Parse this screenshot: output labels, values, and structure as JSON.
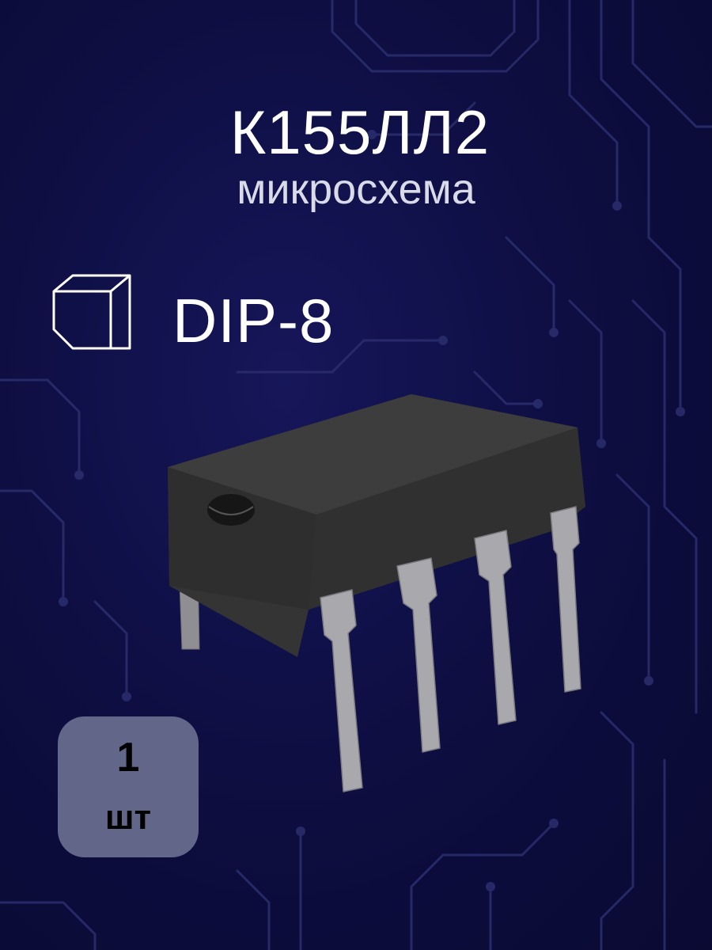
{
  "product": {
    "name": "К155ЛЛ2",
    "type": "микросхема"
  },
  "package": {
    "label": "DIP-8",
    "icon": "cube-outline-icon"
  },
  "quantity": {
    "number": "1",
    "unit": "шт"
  },
  "colors": {
    "background": "#0d0d3f",
    "circuit": "#2c2f6e",
    "badge": "#626688",
    "chip_body": "#3b3b3b",
    "chip_pins": "#a9a9ad"
  }
}
